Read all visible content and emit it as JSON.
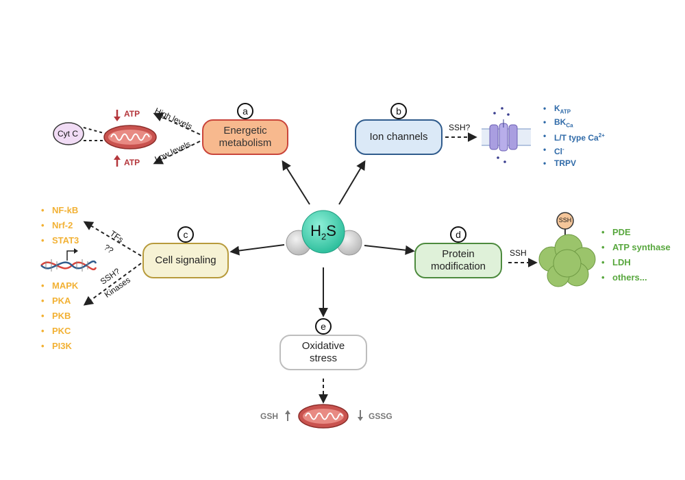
{
  "center": {
    "label_main": "H",
    "label_sub": "2",
    "label_end": "S"
  },
  "colors": {
    "energetic": "#f7b98e",
    "energetic_border": "#c9443a",
    "ion": "#dbe9f7",
    "ion_border": "#2f5b8c",
    "signaling": "#f6f2d4",
    "signaling_border": "#b79a3b",
    "protein": "#dff1d9",
    "protein_border": "#4c8a3d",
    "oxidative_border": "#bdbdbd",
    "ion_text": "#2f6aa8",
    "signal_text": "#f2b134",
    "protein_text": "#58a73e",
    "h2s": "#3fcfae",
    "atp": "#b4363b"
  },
  "boxes": {
    "energetic": {
      "letter": "a",
      "label": "Energetic metabolism"
    },
    "ion": {
      "letter": "b",
      "label": "Ion channels"
    },
    "signaling": {
      "letter": "c",
      "label": "Cell signaling"
    },
    "protein": {
      "letter": "d",
      "label": "Protein modification"
    },
    "oxidative": {
      "letter": "e",
      "label": "Oxidative stress"
    }
  },
  "energetic_side": {
    "cytc": "Cyt C",
    "atp_top": "ATP",
    "atp_bottom": "ATP",
    "high_levels": "High levels",
    "low_levels": "Low levels"
  },
  "ion_side": {
    "arrow_label": "SSH?",
    "items": [
      {
        "main": "K",
        "sub": "ATP",
        "sup": ""
      },
      {
        "main": "BK",
        "sub": "Ca",
        "sup": ""
      },
      {
        "main": "L/T type Ca",
        "sub": "",
        "sup": "2+"
      },
      {
        "main": "Cl",
        "sub": "",
        "sup": "-"
      },
      {
        "main": "TRPV",
        "sub": "",
        "sup": ""
      }
    ]
  },
  "signaling_side": {
    "tfs_label": "TFs",
    "tfs_q": "??",
    "kinase_label1": "SSH?",
    "kinase_label2": "Kinases",
    "tfs": [
      "NF-kB",
      "Nrf-2",
      "STAT3"
    ],
    "kinases": [
      "MAPK",
      "PKA",
      "PKB",
      "PKC",
      "PI3K"
    ]
  },
  "protein_side": {
    "arrow_label": "SSH",
    "tag": "SSH",
    "items": [
      "PDE",
      "ATP synthase",
      "LDH",
      "others..."
    ]
  },
  "oxidative_side": {
    "gsh": "GSH",
    "gssg": "GSSG"
  }
}
